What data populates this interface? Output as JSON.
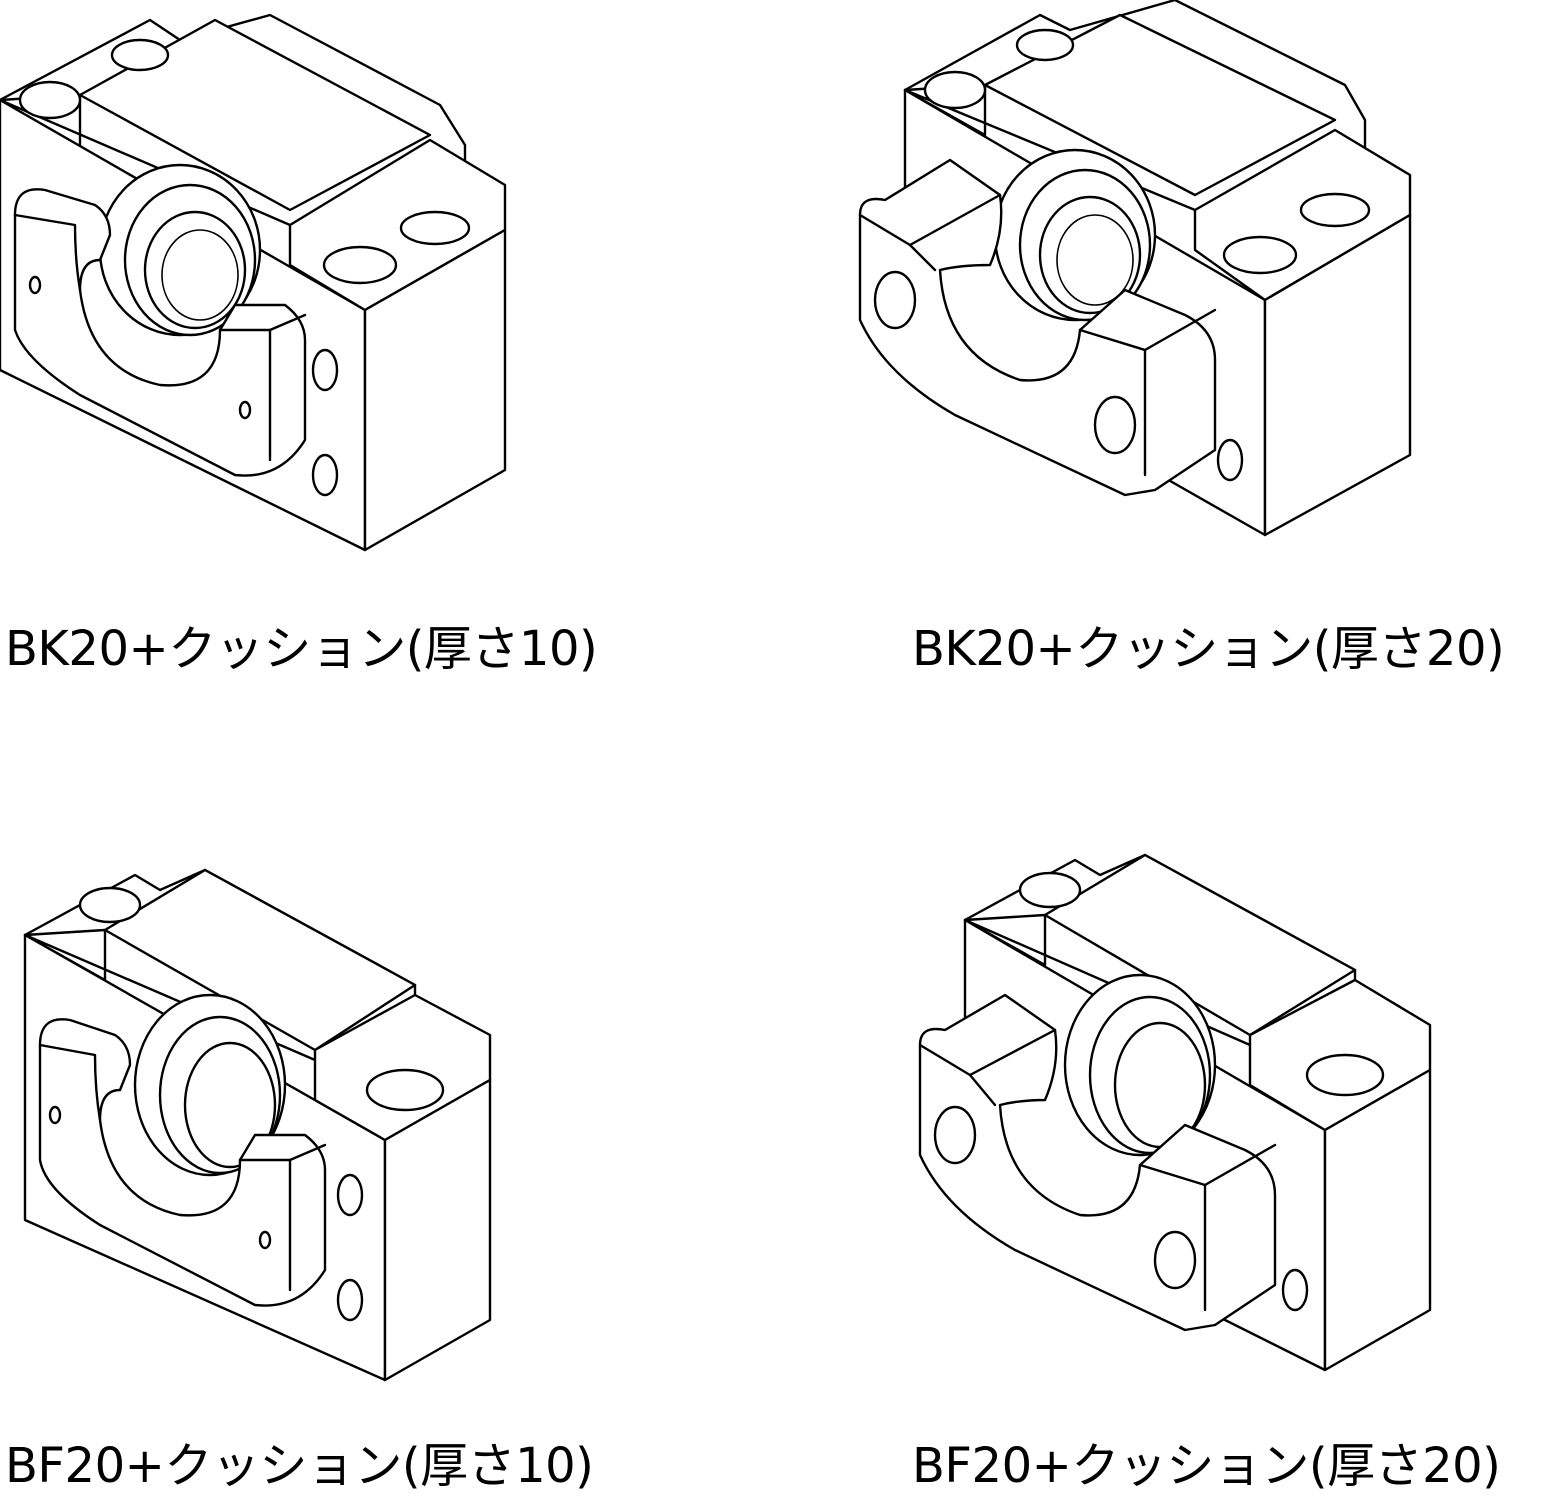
{
  "items": [
    {
      "id": "bk20-10",
      "caption": "BK20+クッション(厚さ10)",
      "cushion": "thin",
      "block": "BK"
    },
    {
      "id": "bk20-20",
      "caption": "BK20+クッション(厚さ20)",
      "cushion": "thick",
      "block": "BK"
    },
    {
      "id": "bf20-10",
      "caption": "BF20+クッション(厚さ10)",
      "cushion": "thin",
      "block": "BF"
    },
    {
      "id": "bf20-20",
      "caption": "BF20+クッション(厚さ20)",
      "cushion": "thick",
      "block": "BF"
    }
  ]
}
